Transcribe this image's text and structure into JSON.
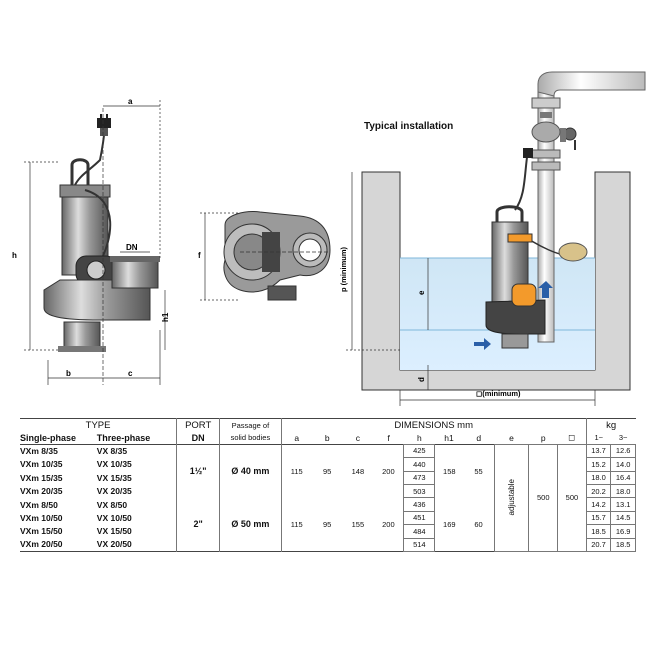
{
  "drawings": {
    "left_dims": {
      "a": "a",
      "b": "b",
      "c": "c",
      "h": "h",
      "h1": "h1",
      "DN": "DN"
    },
    "middle_dims": {
      "f": "f"
    },
    "installation": {
      "title": "Typical installation",
      "p_label": "p (minimum)",
      "e_label": "e",
      "d_label": "d",
      "square_label": "◻(minimum)"
    }
  },
  "table": {
    "headers": {
      "type": "TYPE",
      "single_phase": "Single-phase",
      "three_phase": "Three-phase",
      "port": "PORT",
      "dn": "DN",
      "passage": "Passage of",
      "passage2": "solid bodies",
      "dimensions": "DIMENSIONS mm",
      "kg": "kg",
      "cols": [
        "a",
        "b",
        "c",
        "f",
        "h",
        "h1",
        "d",
        "e",
        "p",
        "◻"
      ],
      "kg1": "1~",
      "kg3": "3~"
    },
    "group1": {
      "port": "1½\"",
      "passage": "Ø 40 mm",
      "a": "115",
      "b": "95",
      "c": "148",
      "f": "200",
      "h1": "158",
      "d": "55"
    },
    "group2": {
      "port": "2\"",
      "passage": "Ø 50 mm",
      "a": "115",
      "b": "95",
      "c": "155",
      "f": "200",
      "h1": "169",
      "d": "60"
    },
    "shared": {
      "e": "adjustable",
      "p": "500",
      "sq": "500"
    },
    "rows": [
      {
        "single": "VXm 8/35",
        "three": "VX 8/35",
        "h": "425",
        "kg1": "13.7",
        "kg3": "12.6"
      },
      {
        "single": "VXm 10/35",
        "three": "VX 10/35",
        "h": "440",
        "kg1": "15.2",
        "kg3": "14.0"
      },
      {
        "single": "VXm 15/35",
        "three": "VX 15/35",
        "h": "473",
        "kg1": "18.0",
        "kg3": "16.4"
      },
      {
        "single": "VXm 20/35",
        "three": "VX 20/35",
        "h": "503",
        "kg1": "20.2",
        "kg3": "18.0"
      },
      {
        "single": "VXm 8/50",
        "three": "VX 8/50",
        "h": "436",
        "kg1": "14.2",
        "kg3": "13.1"
      },
      {
        "single": "VXm 10/50",
        "three": "VX 10/50",
        "h": "451",
        "kg1": "15.7",
        "kg3": "14.5"
      },
      {
        "single": "VXm 15/50",
        "three": "VX 15/50",
        "h": "484",
        "kg1": "18.5",
        "kg3": "16.9"
      },
      {
        "single": "VXm 20/50",
        "three": "VX 20/50",
        "h": "514",
        "kg1": "20.7",
        "kg3": "18.5"
      }
    ]
  }
}
